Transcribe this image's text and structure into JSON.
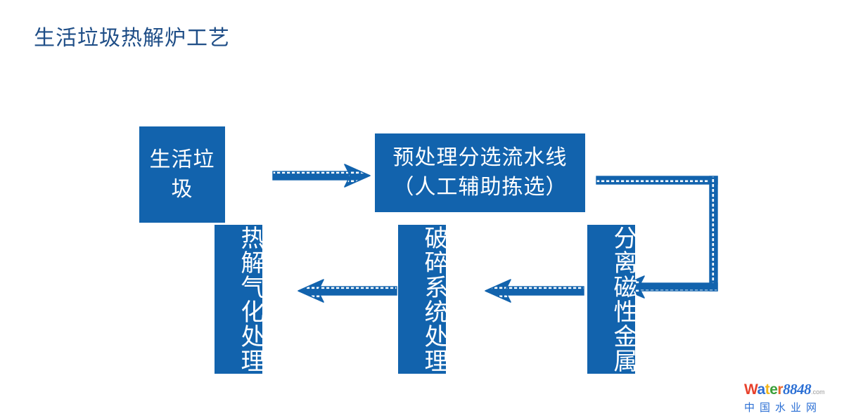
{
  "slide": {
    "title": "生活垃圾热解炉工艺",
    "background_color": "#ffffff",
    "accent_color": "#1263ad",
    "title_color": "#1f4e87"
  },
  "diagram": {
    "type": "flowchart",
    "box_fill": "#1263ad",
    "box_text_color": "#ffffff",
    "nodes": [
      {
        "id": "waste",
        "label": "生活垃圾",
        "orientation": "horizontal"
      },
      {
        "id": "presort",
        "label": "预处理分选流水线\n（人工辅助拣选）",
        "line1": "预处理分选流水线",
        "line2": "（人工辅助拣选）",
        "orientation": "horizontal"
      },
      {
        "id": "magnetic",
        "label": "分离磁性金属",
        "orientation": "vertical"
      },
      {
        "id": "crusher",
        "label": "破碎系统处理",
        "orientation": "vertical"
      },
      {
        "id": "pyrolysis",
        "label": "热解气化处理",
        "orientation": "vertical"
      }
    ],
    "edges": [
      {
        "from": "waste",
        "to": "presort",
        "style": "sketch-arrow",
        "direction": "right"
      },
      {
        "from": "presort",
        "to": "magnetic",
        "style": "sketch-elbow",
        "direction": "down-left"
      },
      {
        "from": "magnetic",
        "to": "crusher",
        "style": "sketch-arrow",
        "direction": "left"
      },
      {
        "from": "crusher",
        "to": "pyrolysis",
        "style": "sketch-arrow",
        "direction": "left"
      }
    ]
  },
  "watermark": {
    "letters": [
      "W",
      "a",
      "t",
      "e",
      "r"
    ],
    "number": "8848",
    "tld": ".com",
    "subtitle": "中国水业网",
    "colors": {
      "W": "#e8412c",
      "a": "#2b6fd4",
      "t": "#f2b418",
      "e": "#3aa03a",
      "r": "#e8662c",
      "number": "#2b6fd4",
      "tld": "#9a9a9a",
      "subtitle": "#2b6fd4"
    }
  }
}
